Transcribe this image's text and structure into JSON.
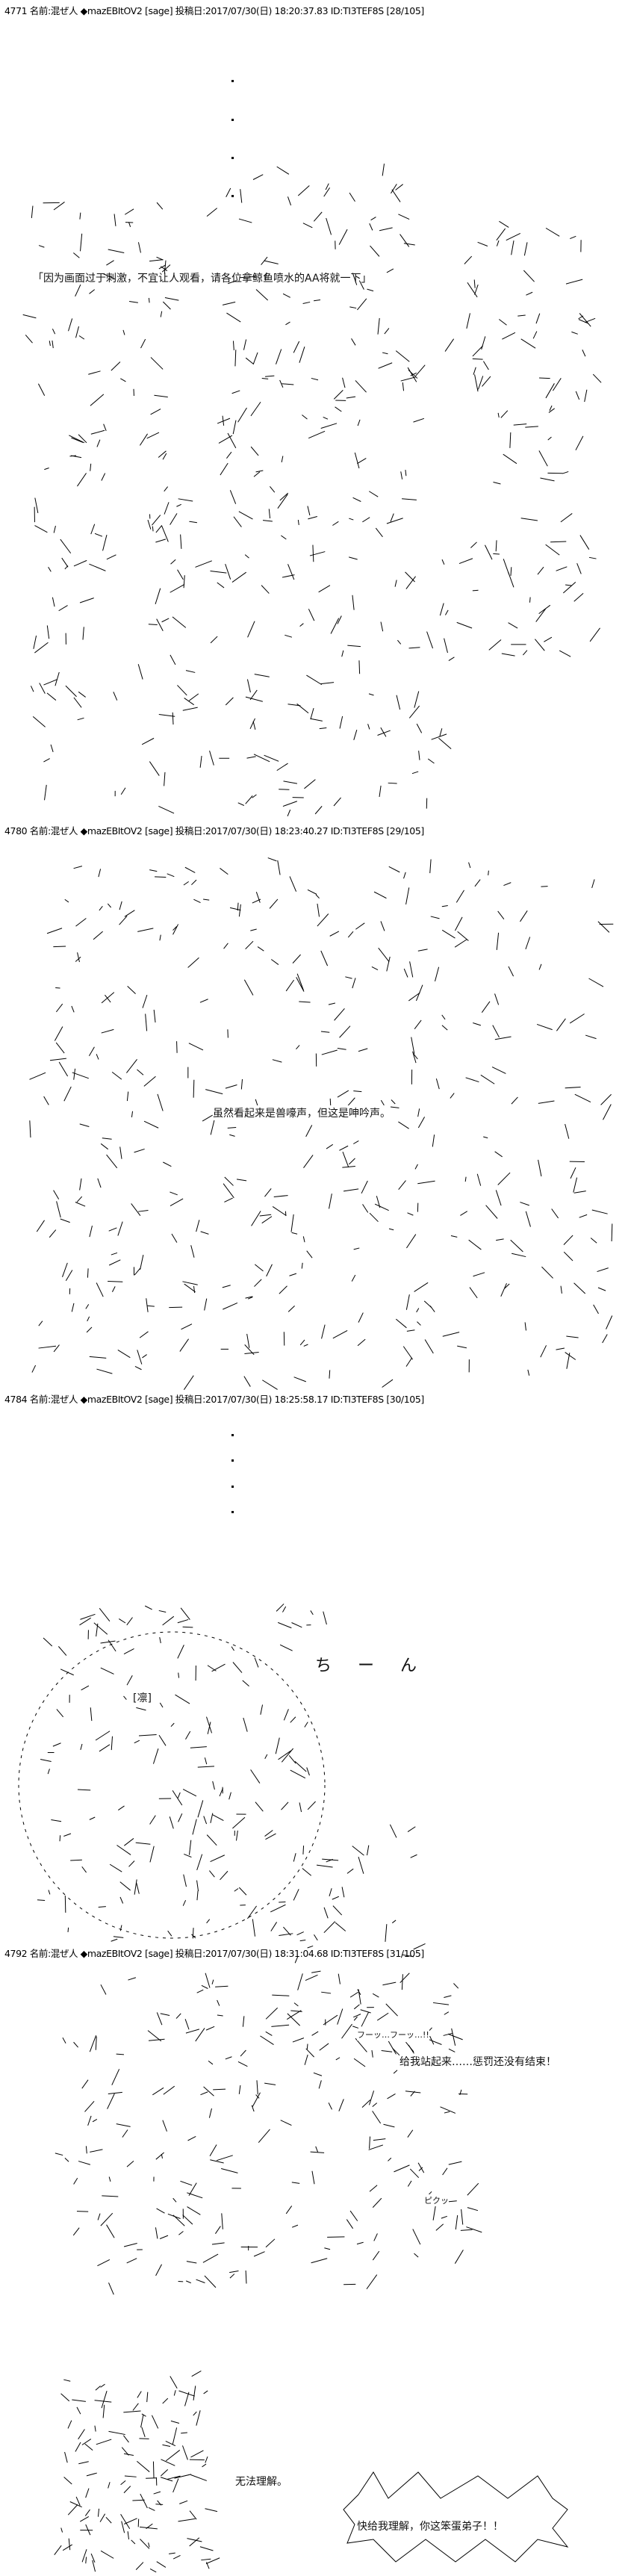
{
  "posts": [
    {
      "header": "4771 名前:混ぜ人 ◆mazEBItOV2 [sage] 投稿日:2017/07/30(日) 18:20:37.83 ID:TI3TEF8S [28/105]",
      "caption": "「因为画面过于刺激，不宜让人观看，请各位拿鲸鱼喷水的AA将就一下」"
    },
    {
      "header": "4780 名前:混ぜ人 ◆mazEBItOV2 [sage] 投稿日:2017/07/30(日) 18:23:40.27 ID:TI3TEF8S [29/105]",
      "caption": "虽然看起来是兽嚎声，但这是呻吟声。"
    },
    {
      "header": "4784 名前:混ぜ人 ◆mazEBItOV2 [sage] 投稿日:2017/07/30(日) 18:25:58.17 ID:TI3TEF8S [30/105]",
      "label": "[凛]",
      "sfx": "ち ー ん"
    },
    {
      "header": "4792 名前:混ぜ人 ◆mazEBItOV2 [sage] 投稿日:2017/07/30(日) 18:31:04.68 ID:TI3TEF8S [31/105]",
      "sfx_breath": "フーッ…フーッ…!!",
      "line1": "给我站起来……惩罚还没有结束！",
      "sfx_twitch": "ピクッ",
      "line2": "无法理解。",
      "bubble": "快给我理解，你这笨蛋弟子！！"
    }
  ]
}
